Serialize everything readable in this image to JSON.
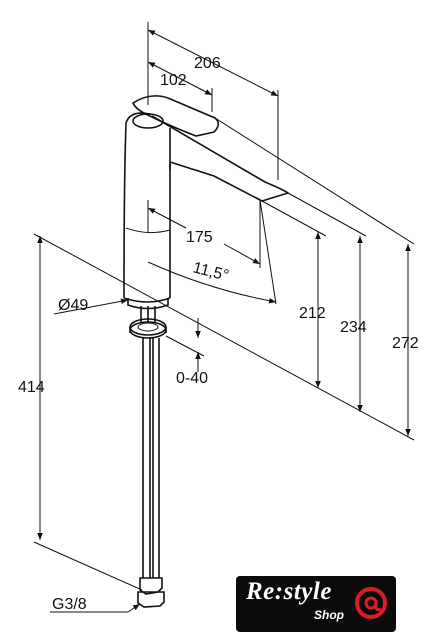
{
  "dimensions": {
    "overall_width": "206",
    "head_width": "102",
    "spout_reach": "175",
    "swivel_angle": "11,5°",
    "spout_height": "212",
    "handle_height": "234",
    "total_height": "272",
    "body_diameter": "Ø49",
    "below_counter_length": "414",
    "counter_thickness": "0-40",
    "connection_thread": "G3/8"
  },
  "logo": {
    "word": "Re:style",
    "sub": "Shop",
    "accent_color": "#d81e28"
  },
  "colors": {
    "line": "#111111",
    "background": "#ffffff"
  }
}
